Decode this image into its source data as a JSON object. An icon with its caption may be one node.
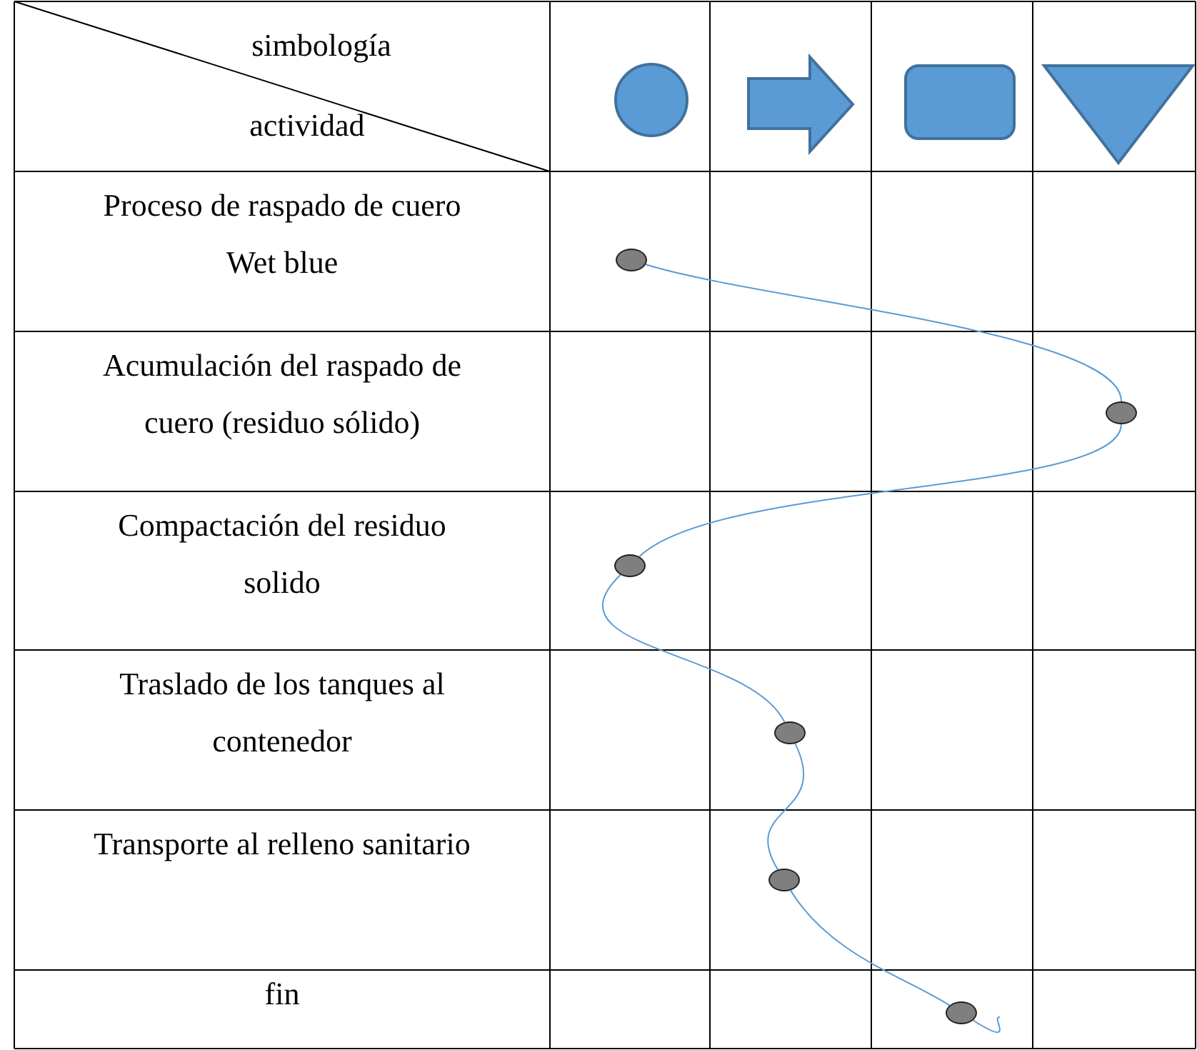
{
  "diagram": {
    "nodes": [
      {
        "text": [],
        "shape": "circle"
      },
      {
        "text": [],
        "shape": "circle"
      },
      {
        "text": [],
        "shape": "circle"
      },
      {
        "text": [],
        "shape": "circle"
      },
      {
        "text": [],
        "shape": "circle"
      },
      {
        "text": [],
        "shape": "circle"
      }
    ],
    "edges": [
      {
        "from": 0,
        "to": 1,
        "arrow": "none"
      },
      {
        "from": 1,
        "to": 2,
        "arrow": "none"
      },
      {
        "from": 2,
        "to": 3,
        "arrow": "none"
      },
      {
        "from": 3,
        "to": 4,
        "arrow": "none"
      },
      {
        "from": 4,
        "to": 5,
        "arrow": "none"
      },
      {
        "from": 5,
        "to": null,
        "arrow": "none"
      }
    ],
    "labels": [
      "simbología",
      "actividad",
      "Proceso de raspado de cuero Wet blue",
      "Acumulación del raspado de cuero (residuo sólido)",
      "Compactación del residuo solido",
      "Traslado de los tanques al contenedor",
      "Transporte al relleno sanitario",
      "fin"
    ]
  }
}
